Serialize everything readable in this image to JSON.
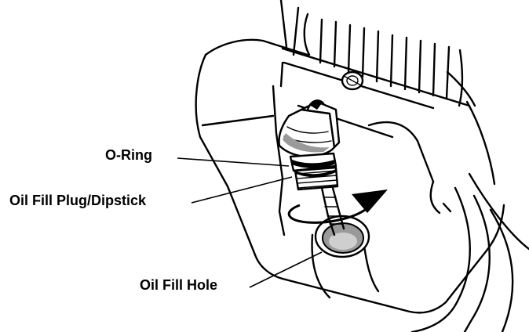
{
  "labels": {
    "o_ring": "O-Ring",
    "oil_fill_plug": "Oil Fill Plug/Dipstick",
    "oil_fill_hole": "Oil Fill Hole"
  },
  "colors": {
    "line": "#000000",
    "background": "#ffffff",
    "shading": "#9a9a9a"
  }
}
